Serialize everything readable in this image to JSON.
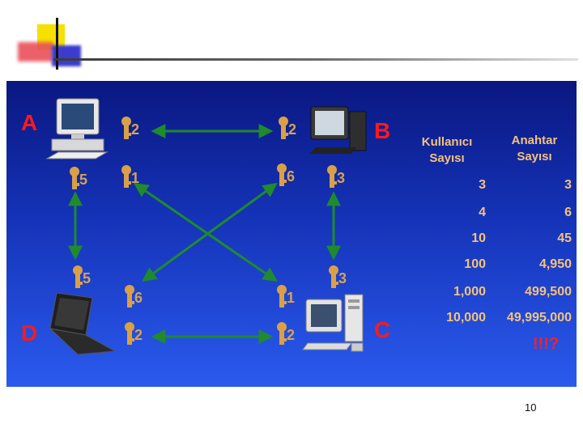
{
  "colors": {
    "panel_top": "#0a1780",
    "panel_bottom": "#2a5aee",
    "arrow": "#1f8a2e",
    "node_label": "#ff1a1a",
    "table_text": "#f5c27a",
    "key": "#d9a048"
  },
  "nodes": {
    "a": {
      "label": "A",
      "icon": "desktop-computer-icon"
    },
    "b": {
      "label": "B",
      "icon": "tower-computer-icon"
    },
    "c": {
      "label": "C",
      "icon": "workstation-computer-icon"
    },
    "d": {
      "label": "D",
      "icon": "laptop-icon"
    }
  },
  "keys": {
    "a_b": "2",
    "a_d": "5",
    "a_c": "1",
    "b_a": "2",
    "b_d": "6",
    "b_c": "3",
    "d_a": "5",
    "d_b": "6",
    "d_c": "2",
    "c_b": "3",
    "c_a": "1",
    "c_d": "2"
  },
  "table": {
    "header_users_1": "Kullanıcı",
    "header_users_2": "Sayısı",
    "header_keys_1": "Anahtar",
    "header_keys_2": "Sayısı",
    "rows": [
      {
        "users": "3",
        "keys": "3"
      },
      {
        "users": "4",
        "keys": "6"
      },
      {
        "users": "10",
        "keys": "45"
      },
      {
        "users": "100",
        "keys": "4,950"
      },
      {
        "users": "1,000",
        "keys": "499,500"
      },
      {
        "users": "10,000",
        "keys": "49,995,000"
      }
    ],
    "warning": "!!!?"
  },
  "page_number": "10"
}
